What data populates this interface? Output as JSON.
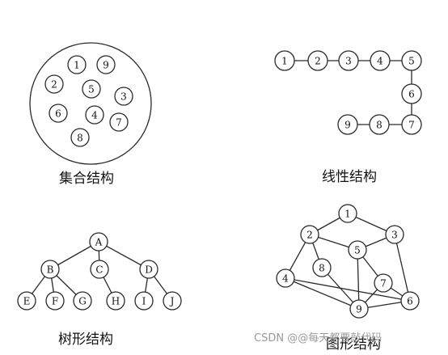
{
  "panels": {
    "set": {
      "caption": "集合结构",
      "nodes": [
        "1",
        "9",
        "2",
        "5",
        "3",
        "6",
        "4",
        "7",
        "8"
      ]
    },
    "linear": {
      "caption": "线性结构",
      "nodes": [
        "1",
        "2",
        "3",
        "4",
        "5",
        "6",
        "7",
        "8",
        "9"
      ],
      "edges": [
        [
          "1",
          "2"
        ],
        [
          "2",
          "3"
        ],
        [
          "3",
          "4"
        ],
        [
          "4",
          "5"
        ],
        [
          "5",
          "6"
        ],
        [
          "6",
          "7"
        ],
        [
          "7",
          "8"
        ],
        [
          "8",
          "9"
        ]
      ]
    },
    "tree": {
      "caption": "树形结构",
      "nodes": [
        "A",
        "B",
        "C",
        "D",
        "E",
        "F",
        "G",
        "H",
        "I",
        "J"
      ],
      "edges": [
        [
          "A",
          "B"
        ],
        [
          "A",
          "C"
        ],
        [
          "A",
          "D"
        ],
        [
          "B",
          "E"
        ],
        [
          "B",
          "F"
        ],
        [
          "B",
          "G"
        ],
        [
          "C",
          "H"
        ],
        [
          "D",
          "I"
        ],
        [
          "D",
          "J"
        ]
      ]
    },
    "graph": {
      "caption": "图形结构",
      "nodes": [
        "1",
        "2",
        "3",
        "4",
        "5",
        "6",
        "7",
        "8",
        "9"
      ],
      "edges": [
        [
          "1",
          "2"
        ],
        [
          "1",
          "3"
        ],
        [
          "2",
          "5"
        ],
        [
          "5",
          "3"
        ],
        [
          "3",
          "6"
        ],
        [
          "2",
          "8"
        ],
        [
          "2",
          "4"
        ],
        [
          "8",
          "9"
        ],
        [
          "4",
          "9"
        ],
        [
          "5",
          "9"
        ],
        [
          "5",
          "7"
        ],
        [
          "4",
          "6"
        ],
        [
          "7",
          "6"
        ],
        [
          "9",
          "6"
        ],
        [
          "7",
          "9"
        ]
      ]
    }
  },
  "watermark": "CSDN @@每天都要敲代码"
}
